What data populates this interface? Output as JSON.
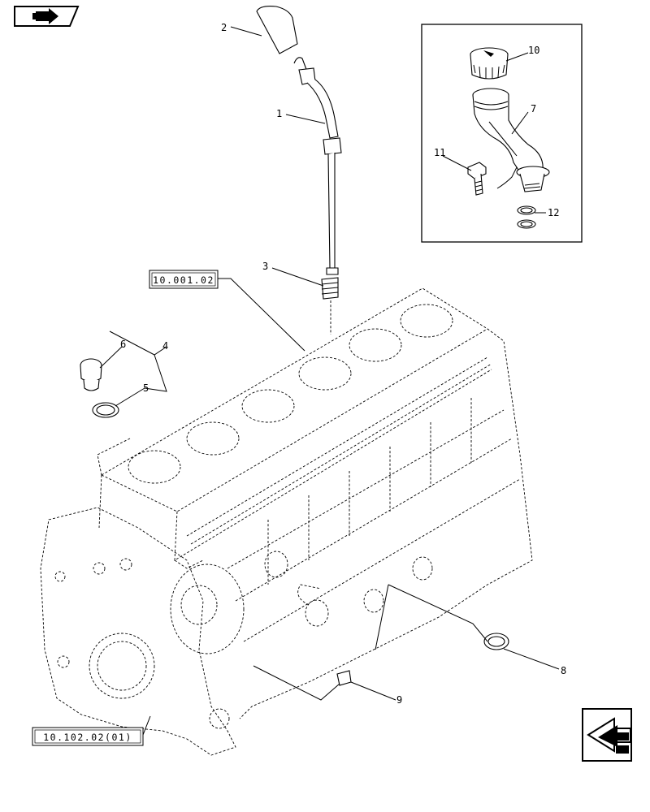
{
  "refs": {
    "r1": "10.001.02",
    "r2": "10.102.02(01)"
  },
  "callouts": {
    "c1": "1",
    "c2": "2",
    "c3": "3",
    "c4": "4",
    "c5": "5",
    "c6": "6",
    "c7": "7",
    "c8": "8",
    "c9": "9",
    "c10": "10",
    "c11": "11",
    "c12": "12"
  },
  "icons": {
    "top_left": "book-arrow-icon",
    "bottom_right": "next-page-arrow-icon"
  }
}
